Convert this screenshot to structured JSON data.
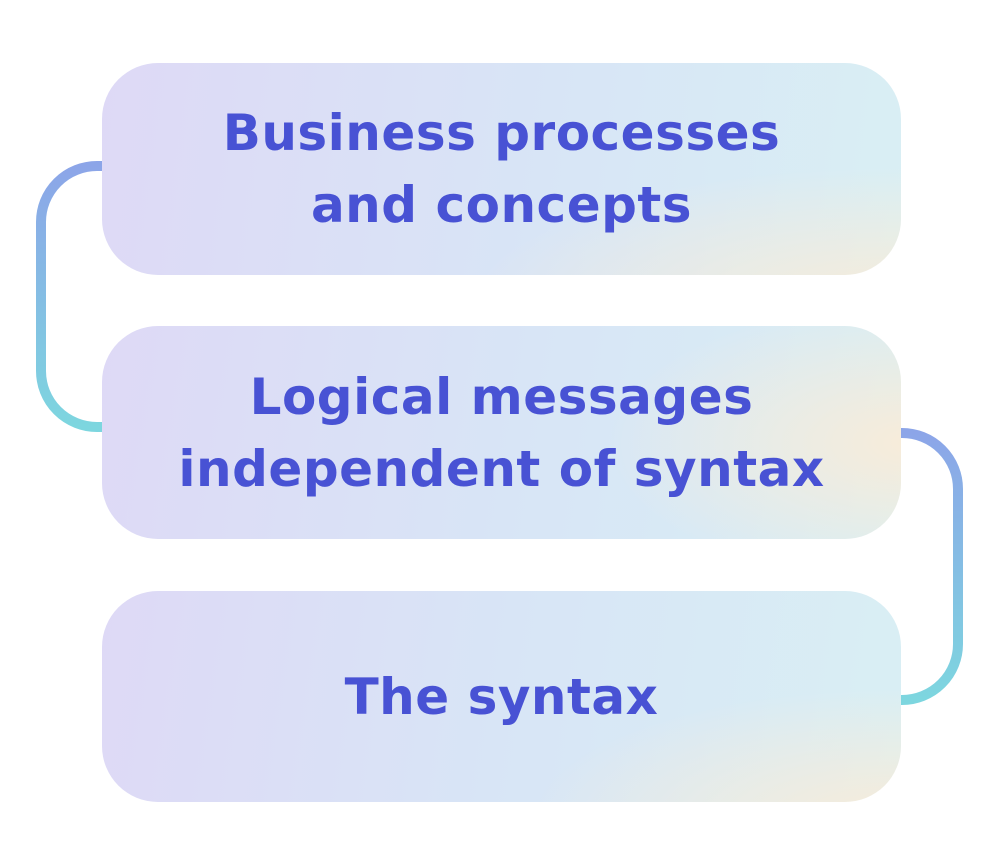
{
  "diagram": {
    "boxes": [
      {
        "name": "business-processes",
        "lines": [
          "Business processes",
          "and concepts"
        ]
      },
      {
        "name": "logical-messages",
        "lines": [
          "Logical messages",
          "independent of syntax"
        ]
      },
      {
        "name": "the-syntax",
        "lines": [
          "The syntax"
        ]
      }
    ],
    "connectors": [
      {
        "name": "left-connector",
        "from": "business-processes",
        "to": "logical-messages",
        "side": "left"
      },
      {
        "name": "right-connector",
        "from": "logical-messages",
        "to": "the-syntax",
        "side": "right"
      }
    ],
    "colors": {
      "background": "#FFFFFF",
      "text": "#4852D4",
      "box_lavender": "#DED9F6",
      "box_blue": "#D8E5F6",
      "box_cyan": "#D9EFF4",
      "box_cream": "#F8ECD9",
      "connector_top": "#8CA5E8",
      "connector_bottom": "#7DD6DF"
    }
  }
}
